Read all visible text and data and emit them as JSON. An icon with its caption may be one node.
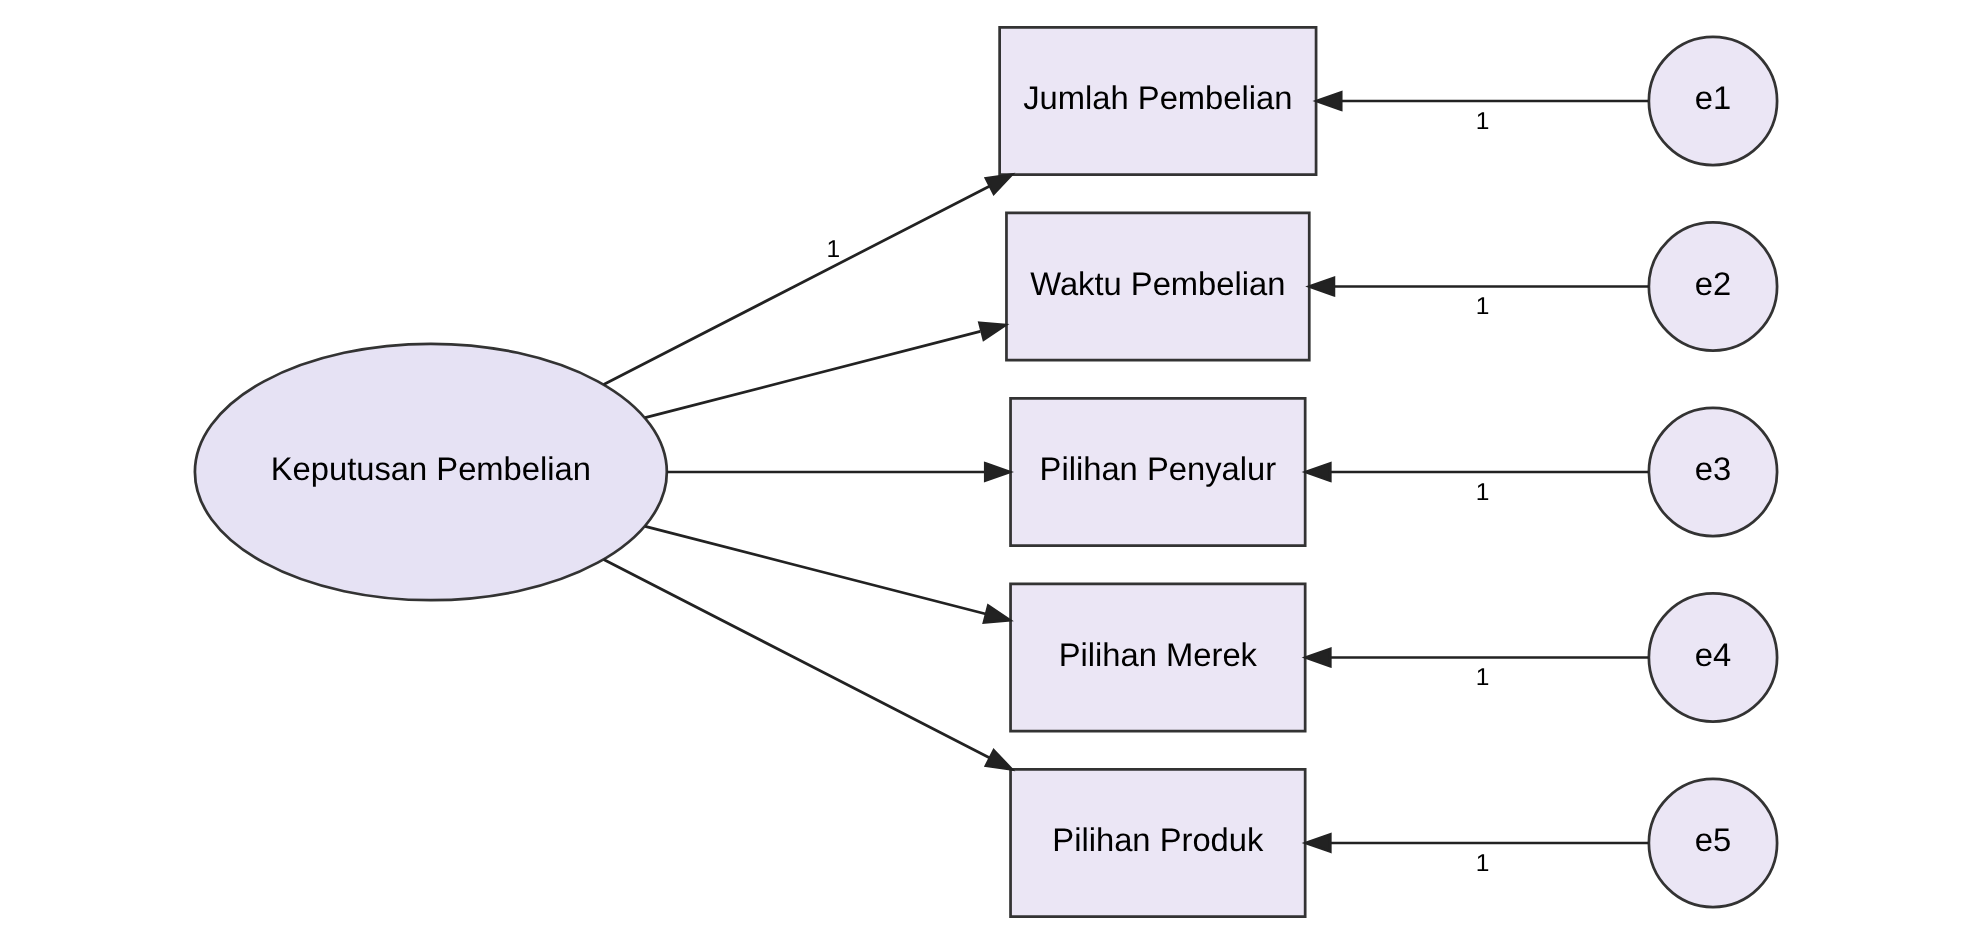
{
  "diagram": {
    "nodes": [
      {
        "text": [
          "Keputusan Pembelian"
        ]
      },
      {
        "text": [
          "Jumlah Pembelian"
        ]
      },
      {
        "text": [
          "Waktu Pembelian"
        ]
      },
      {
        "text": [
          "Pilihan Penyalur"
        ]
      },
      {
        "text": [
          "Pilihan Merek"
        ]
      },
      {
        "text": [
          "Pilihan Produk"
        ]
      },
      {
        "text": [
          "e1"
        ]
      },
      {
        "text": [
          "e2"
        ]
      },
      {
        "text": [
          "e3"
        ]
      },
      {
        "text": [
          "e4"
        ]
      },
      {
        "text": [
          "e5"
        ]
      }
    ],
    "edges": [
      {
        "from": 0,
        "to": 1,
        "arrow": "to",
        "label": "1"
      },
      {
        "from": 0,
        "to": 2,
        "arrow": "to"
      },
      {
        "from": 0,
        "to": 3,
        "arrow": "to"
      },
      {
        "from": 0,
        "to": 4,
        "arrow": "to"
      },
      {
        "from": 0,
        "to": 5,
        "arrow": "to"
      },
      {
        "from": 6,
        "to": 1,
        "arrow": "to",
        "label": "1"
      },
      {
        "from": 7,
        "to": 2,
        "arrow": "to",
        "label": "1"
      },
      {
        "from": 8,
        "to": 3,
        "arrow": "to",
        "label": "1"
      },
      {
        "from": 9,
        "to": 4,
        "arrow": "to",
        "label": "1"
      },
      {
        "from": 10,
        "to": 5,
        "arrow": "to",
        "label": "1"
      }
    ]
  }
}
